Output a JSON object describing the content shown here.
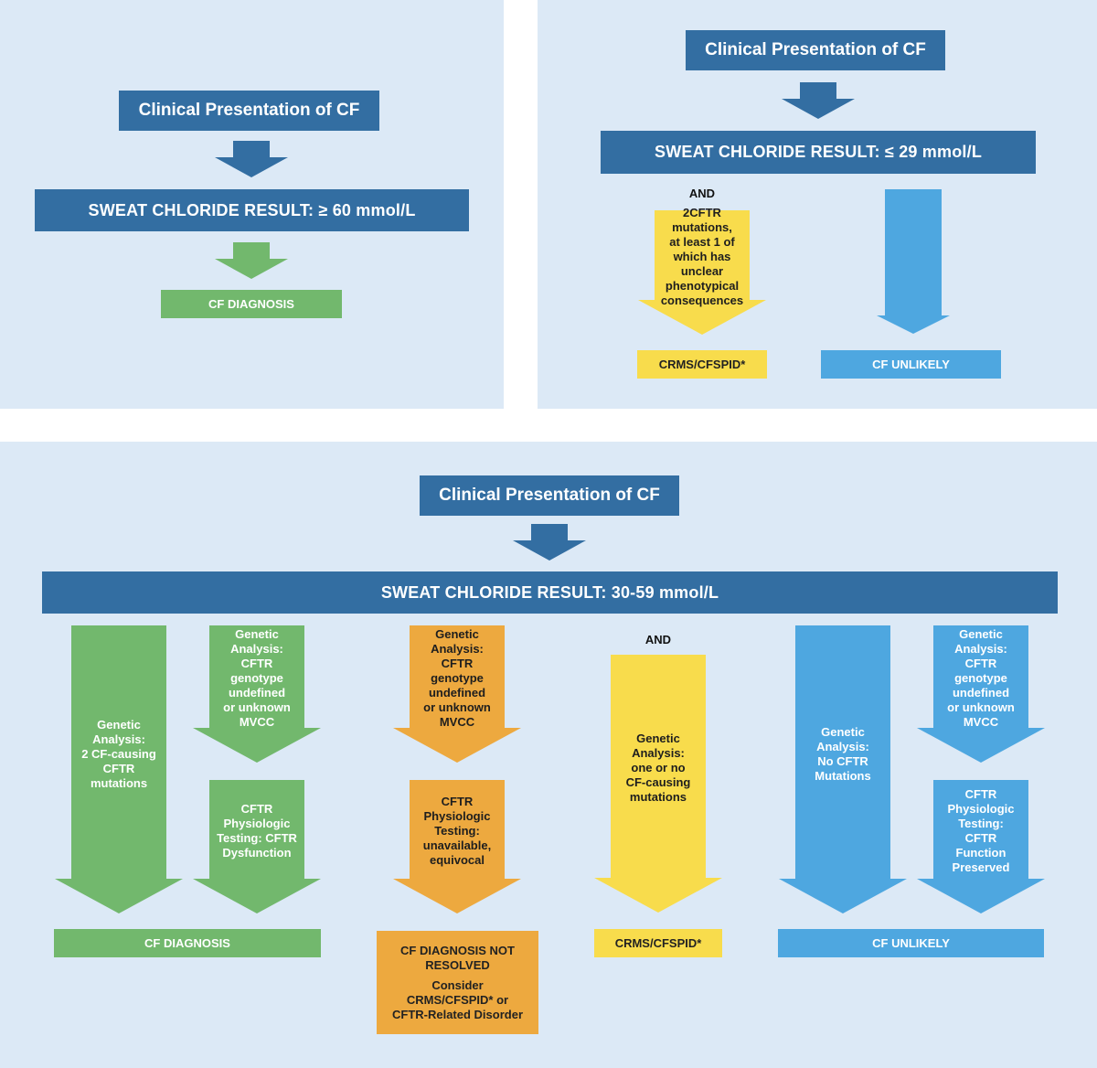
{
  "colors": {
    "panel": "#dce9f6",
    "dark_blue": "#336ea2",
    "green": "#72b86d",
    "yellow": "#f8dc4c",
    "light_blue": "#4ea7e0",
    "orange": "#eda93f"
  },
  "panel_a": {
    "title": "Clinical Presentation of CF",
    "sweat_result": "SWEAT CHLORIDE RESULT: ≥ 60 mmol/L",
    "outcome": "CF DIAGNOSIS"
  },
  "panel_b": {
    "title": "Clinical Presentation of CF",
    "sweat_result": "SWEAT CHLORIDE RESULT: ≤ 29 mmol/L",
    "and_label": "AND",
    "yellow_arrow_lines": [
      "2CFTR",
      "mutations,",
      "at least 1 of",
      "which has",
      "unclear",
      "phenotypical",
      "consequences"
    ],
    "outcome_yellow": "CRMS/CFSPID*",
    "outcome_blue": "CF UNLIKELY"
  },
  "panel_c": {
    "title": "Clinical Presentation of CF",
    "sweat_result": "SWEAT CHLORIDE RESULT: 30-59 mmol/L",
    "green_big_lines": [
      "Genetic",
      "Analysis:",
      "2 CF-causing",
      "CFTR",
      "mutations"
    ],
    "green_top_lines": [
      "Genetic",
      "Analysis:",
      "CFTR",
      "genotype",
      "undefined",
      "or unknown",
      "MVCC"
    ],
    "green_bottom_lines": [
      "CFTR",
      "Physiologic",
      "Testing: CFTR",
      "Dysfunction"
    ],
    "orange_top_lines": [
      "Genetic",
      "Analysis:",
      "CFTR",
      "genotype",
      "undefined",
      "or unknown",
      "MVCC"
    ],
    "orange_bottom_lines": [
      "CFTR",
      "Physiologic",
      "Testing:",
      "unavailable,",
      "equivocal"
    ],
    "and_label": "AND",
    "yellow_lines": [
      "Genetic",
      "Analysis:",
      "one or no",
      "CF-causing",
      "mutations"
    ],
    "blue_big_lines": [
      "Genetic",
      "Analysis:",
      "No CFTR",
      "Mutations"
    ],
    "blue_top_lines": [
      "Genetic",
      "Analysis:",
      "CFTR",
      "genotype",
      "undefined",
      "or unknown",
      "MVCC"
    ],
    "blue_bottom_lines": [
      "CFTR",
      "Physiologic",
      "Testing:",
      "CFTR",
      "Function",
      "Preserved"
    ],
    "outcome_green": "CF DIAGNOSIS",
    "outcome_orange_line1": "CF DIAGNOSIS NOT",
    "outcome_orange_line2": "RESOLVED",
    "outcome_orange_line3": "Consider",
    "outcome_orange_line4": "CRMS/CFSPID* or",
    "outcome_orange_line5": "CFTR-Related Disorder",
    "outcome_yellow": "CRMS/CFSPID*",
    "outcome_blue": "CF UNLIKELY"
  }
}
